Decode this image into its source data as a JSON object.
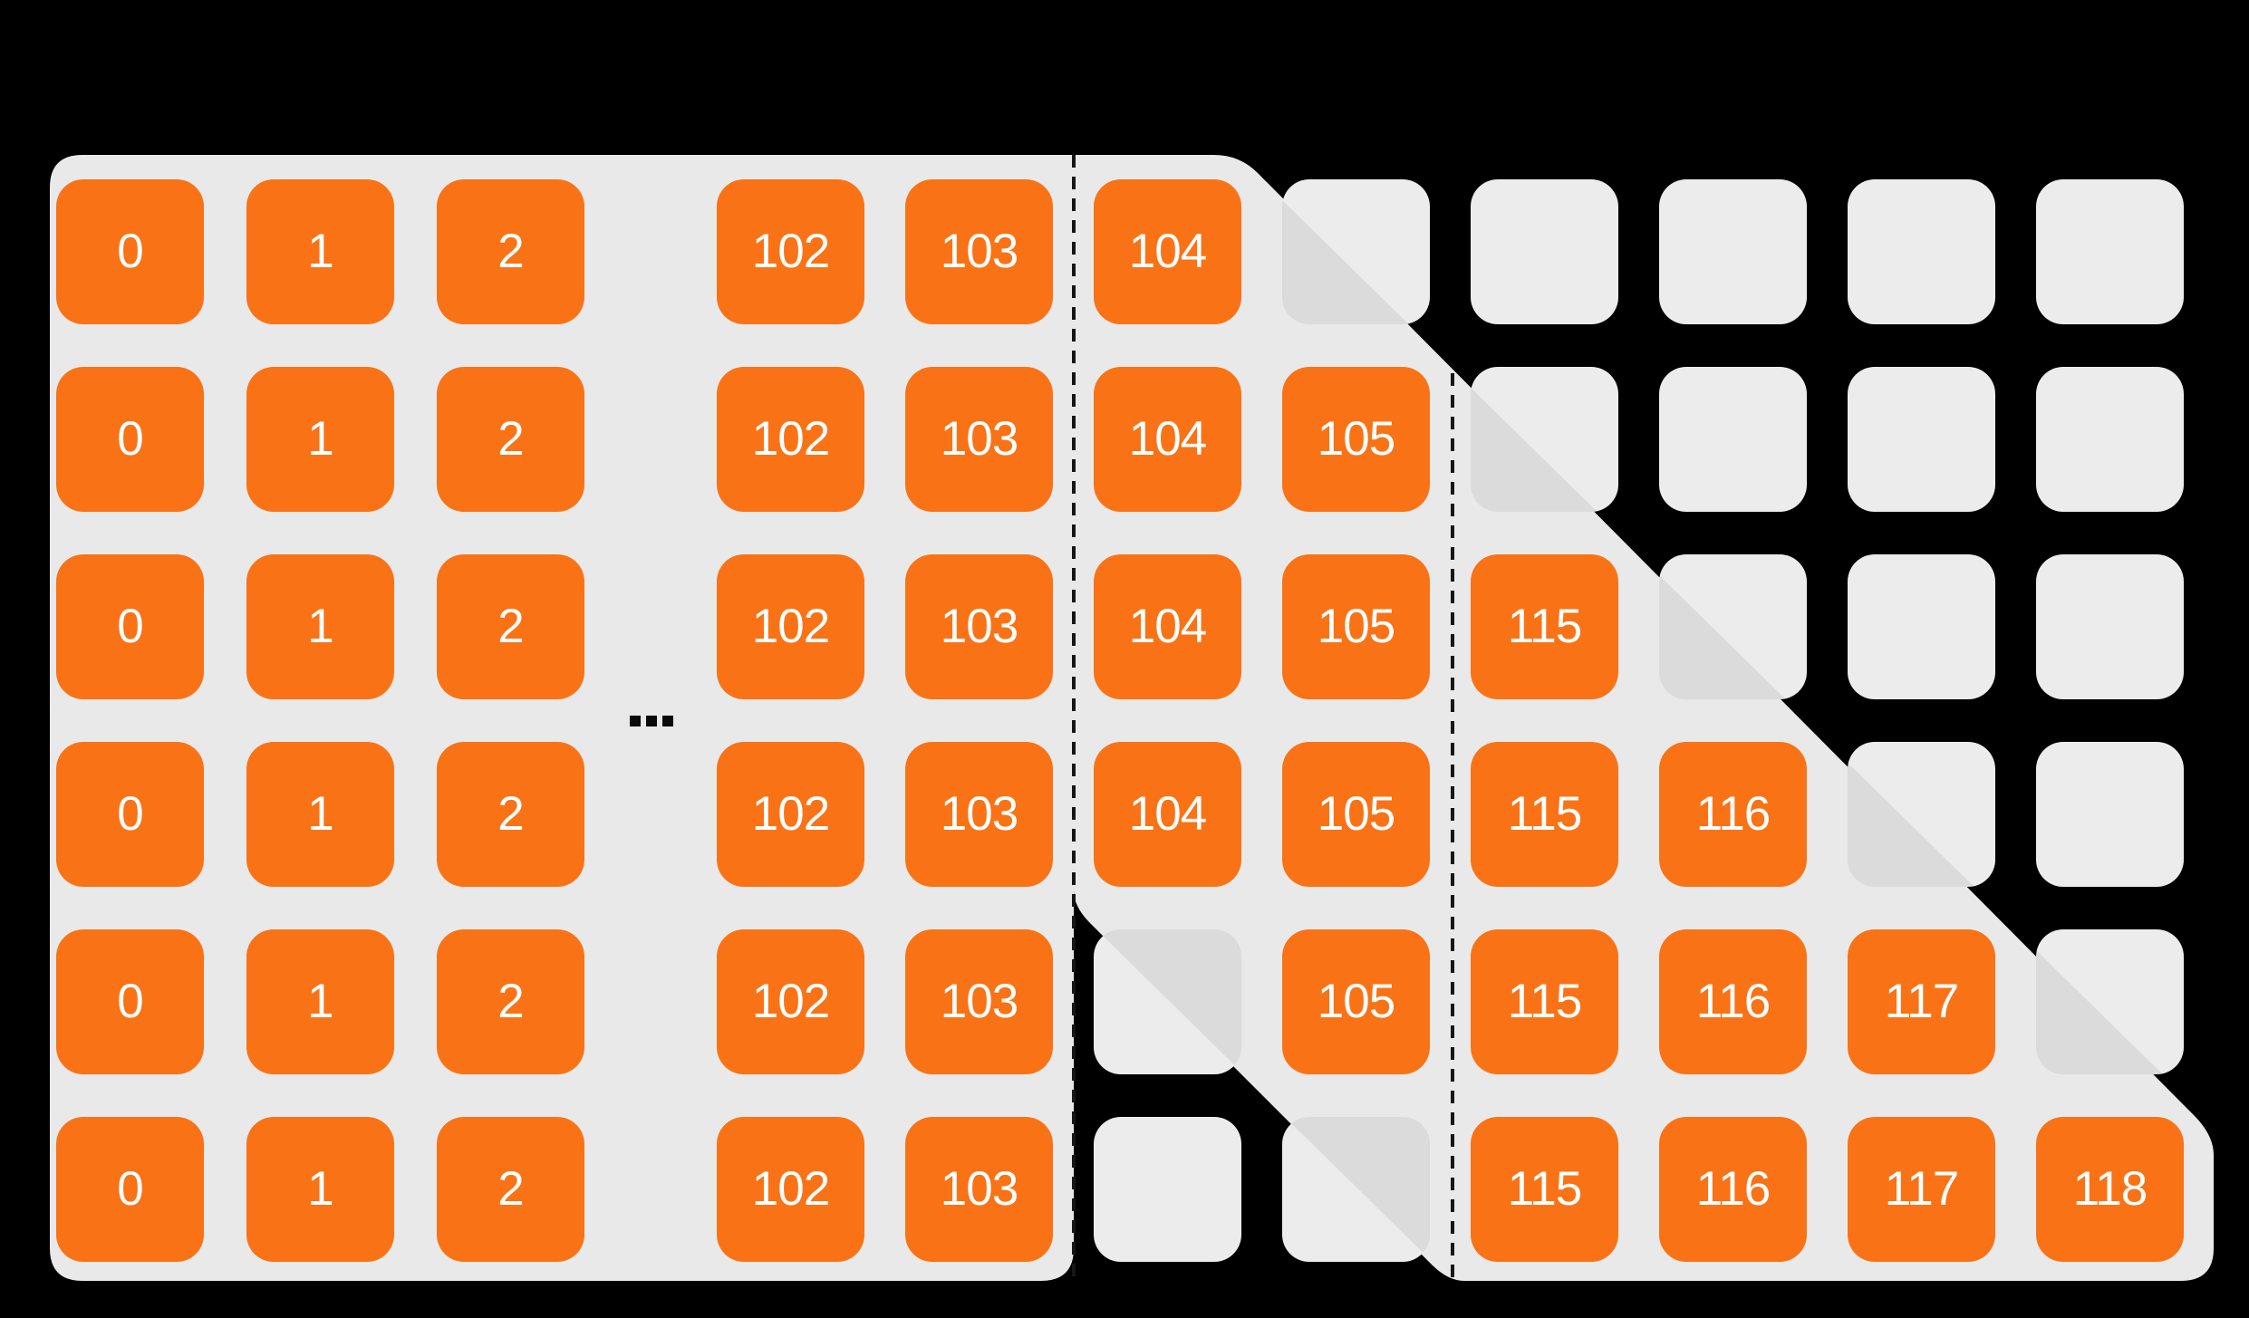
{
  "colors": {
    "background": "#000000",
    "panel_gray": "#E9E9E9",
    "tile_gray": "#ECECEC",
    "fold_gray": "#DBDBDB",
    "accent_orange": "#F97316",
    "tile_text": "#FFFFFF",
    "dash_line": "#161616"
  },
  "ellipsis": "...",
  "grid": {
    "rows": [
      {
        "cells": [
          {
            "col": 0,
            "type": "orange",
            "label": "0"
          },
          {
            "col": 1,
            "type": "orange",
            "label": "1"
          },
          {
            "col": 2,
            "type": "orange",
            "label": "2"
          },
          {
            "col": 3,
            "type": "orange",
            "label": "102"
          },
          {
            "col": 4,
            "type": "orange",
            "label": "103"
          },
          {
            "col": 5,
            "type": "orange",
            "label": "104"
          },
          {
            "col": 6,
            "type": "fold-a",
            "label": ""
          },
          {
            "col": 7,
            "type": "gray",
            "label": ""
          },
          {
            "col": 8,
            "type": "gray",
            "label": ""
          },
          {
            "col": 9,
            "type": "gray",
            "label": ""
          },
          {
            "col": 10,
            "type": "gray",
            "label": ""
          }
        ]
      },
      {
        "cells": [
          {
            "col": 0,
            "type": "orange",
            "label": "0"
          },
          {
            "col": 1,
            "type": "orange",
            "label": "1"
          },
          {
            "col": 2,
            "type": "orange",
            "label": "2"
          },
          {
            "col": 3,
            "type": "orange",
            "label": "102"
          },
          {
            "col": 4,
            "type": "orange",
            "label": "103"
          },
          {
            "col": 5,
            "type": "orange",
            "label": "104"
          },
          {
            "col": 6,
            "type": "orange",
            "label": "105"
          },
          {
            "col": 7,
            "type": "fold-a",
            "label": ""
          },
          {
            "col": 8,
            "type": "gray",
            "label": ""
          },
          {
            "col": 9,
            "type": "gray",
            "label": ""
          },
          {
            "col": 10,
            "type": "gray",
            "label": ""
          }
        ]
      },
      {
        "cells": [
          {
            "col": 0,
            "type": "orange",
            "label": "0"
          },
          {
            "col": 1,
            "type": "orange",
            "label": "1"
          },
          {
            "col": 2,
            "type": "orange",
            "label": "2"
          },
          {
            "col": 3,
            "type": "orange",
            "label": "102"
          },
          {
            "col": 4,
            "type": "orange",
            "label": "103"
          },
          {
            "col": 5,
            "type": "orange",
            "label": "104"
          },
          {
            "col": 6,
            "type": "orange",
            "label": "105"
          },
          {
            "col": 7,
            "type": "orange",
            "label": "115"
          },
          {
            "col": 8,
            "type": "fold-a",
            "label": ""
          },
          {
            "col": 9,
            "type": "gray",
            "label": ""
          },
          {
            "col": 10,
            "type": "gray",
            "label": ""
          }
        ]
      },
      {
        "cells": [
          {
            "col": 0,
            "type": "orange",
            "label": "0"
          },
          {
            "col": 1,
            "type": "orange",
            "label": "1"
          },
          {
            "col": 2,
            "type": "orange",
            "label": "2"
          },
          {
            "col": 3,
            "type": "orange",
            "label": "102"
          },
          {
            "col": 4,
            "type": "orange",
            "label": "103"
          },
          {
            "col": 5,
            "type": "orange",
            "label": "104"
          },
          {
            "col": 6,
            "type": "orange",
            "label": "105"
          },
          {
            "col": 7,
            "type": "orange",
            "label": "115"
          },
          {
            "col": 8,
            "type": "orange",
            "label": "116"
          },
          {
            "col": 9,
            "type": "fold-a",
            "label": ""
          },
          {
            "col": 10,
            "type": "gray",
            "label": ""
          }
        ]
      },
      {
        "cells": [
          {
            "col": 0,
            "type": "orange",
            "label": "0"
          },
          {
            "col": 1,
            "type": "orange",
            "label": "1"
          },
          {
            "col": 2,
            "type": "orange",
            "label": "2"
          },
          {
            "col": 3,
            "type": "orange",
            "label": "102"
          },
          {
            "col": 4,
            "type": "orange",
            "label": "103"
          },
          {
            "col": 5,
            "type": "fold-b",
            "label": ""
          },
          {
            "col": 6,
            "type": "orange",
            "label": "105"
          },
          {
            "col": 7,
            "type": "orange",
            "label": "115"
          },
          {
            "col": 8,
            "type": "orange",
            "label": "116"
          },
          {
            "col": 9,
            "type": "orange",
            "label": "117"
          },
          {
            "col": 10,
            "type": "fold-a",
            "label": ""
          }
        ]
      },
      {
        "cells": [
          {
            "col": 0,
            "type": "orange",
            "label": "0"
          },
          {
            "col": 1,
            "type": "orange",
            "label": "1"
          },
          {
            "col": 2,
            "type": "orange",
            "label": "2"
          },
          {
            "col": 3,
            "type": "orange",
            "label": "102"
          },
          {
            "col": 4,
            "type": "orange",
            "label": "103"
          },
          {
            "col": 5,
            "type": "gray",
            "label": ""
          },
          {
            "col": 6,
            "type": "fold-b",
            "label": ""
          },
          {
            "col": 7,
            "type": "orange",
            "label": "115"
          },
          {
            "col": 8,
            "type": "orange",
            "label": "116"
          },
          {
            "col": 9,
            "type": "orange",
            "label": "117"
          },
          {
            "col": 10,
            "type": "orange",
            "label": "118"
          }
        ]
      }
    ]
  }
}
